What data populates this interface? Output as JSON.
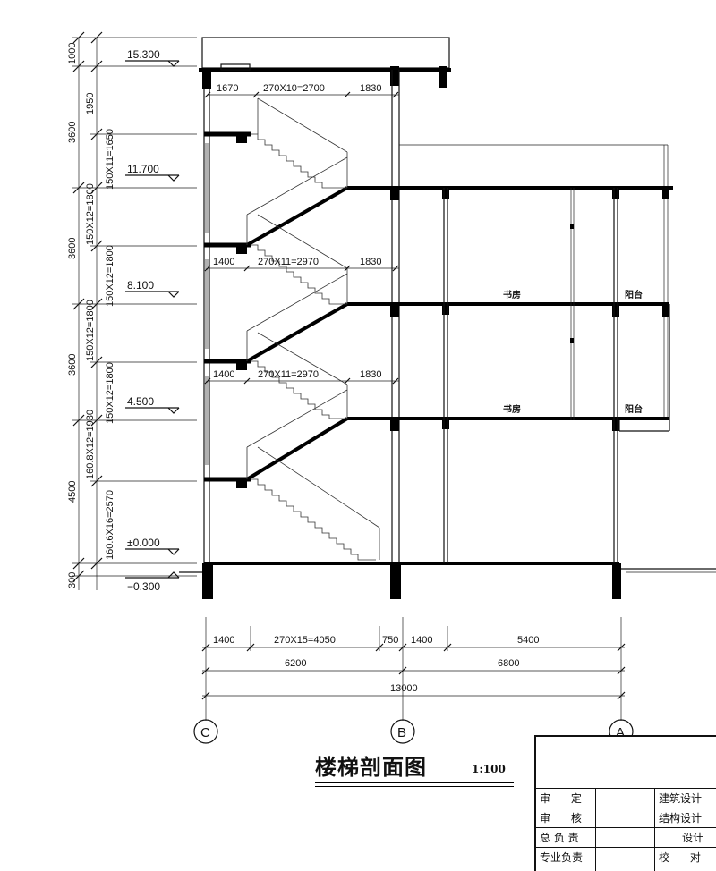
{
  "drawing": {
    "title": "楼梯剖面图",
    "scale": "1:100"
  },
  "elevations": [
    "15.300",
    "11.700",
    "8.100",
    "4.500",
    "±0.000",
    "−0.300"
  ],
  "left_dims": {
    "outer": [
      "1000",
      "3600",
      "3600",
      "3600",
      "4500",
      "300"
    ],
    "inner": [
      "1950",
      "150X11=1650",
      "150X12=1800",
      "150X12=1800",
      "150X12=1800",
      "150X12=1800",
      "160.8X12=1930",
      "160.6X16=2570"
    ]
  },
  "top_dims": {
    "row1": [
      "1670",
      "270X10=2700",
      "1830"
    ],
    "row2": [
      "1400",
      "270X11=2970",
      "1830"
    ],
    "row3": [
      "1400",
      "270X11=2970",
      "1830"
    ]
  },
  "bottom_dims": {
    "row1": [
      "1400",
      "270X15=4050",
      "750",
      "1400",
      "5400"
    ],
    "row2": [
      "6200",
      "6800"
    ],
    "row3": [
      "13000"
    ]
  },
  "rooms": [
    "书房",
    "阳台",
    "书房",
    "阳台"
  ],
  "axes": [
    "C",
    "B",
    "A"
  ],
  "title_block": {
    "row1": {
      "left": "审      定",
      "right": "建筑设计"
    },
    "row2": {
      "left": "审      核",
      "right": "结构设计"
    },
    "row3": {
      "left": "总 负 责",
      "right": "设计"
    },
    "row4": {
      "left": "专业负责",
      "right": "校      对"
    }
  },
  "colors": {
    "line": "#000000",
    "background": "#ffffff"
  }
}
